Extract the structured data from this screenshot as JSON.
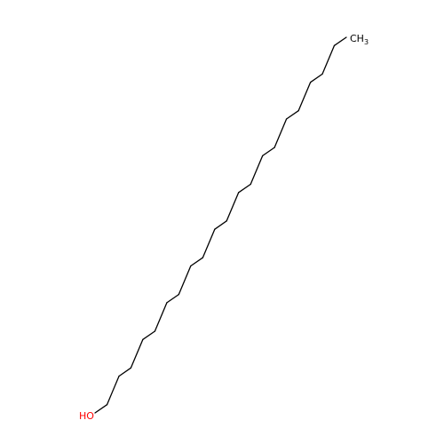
{
  "molecule": {
    "chain_bond_count": 21,
    "end_groups": {
      "hydroxyl": {
        "label": "HO",
        "color": "#ff0000"
      },
      "methyl": {
        "label": "CH",
        "subscript": "3",
        "color": "#000000"
      }
    }
  }
}
